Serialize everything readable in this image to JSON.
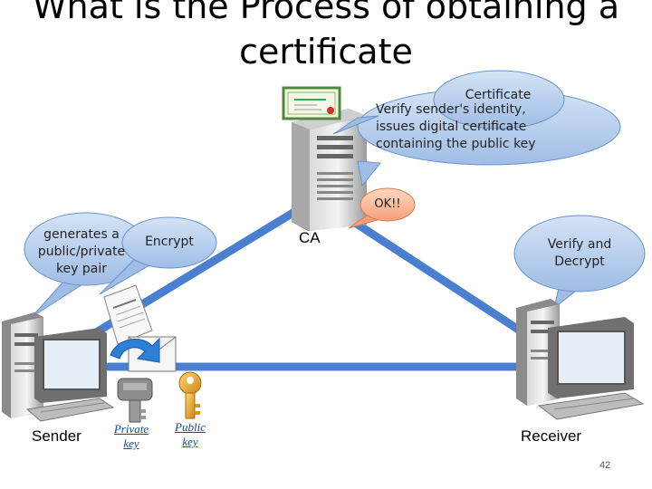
{
  "title": "What is the Process of obtaining a certificate",
  "bubbles": {
    "ca_request": "Verify sender's identity, issues digital certificate containing the public key",
    "certificate": "Certificate",
    "ok": "OK!!",
    "sender_generate": "generates a public/private key pair",
    "encrypt": "Encrypt",
    "verify_decrypt": "Verify and Decrypt"
  },
  "labels": {
    "ca": "CA",
    "sender": "Sender",
    "receiver": "Receiver",
    "private_key": "Private key",
    "public_key": "Public key"
  },
  "slide_number": "42",
  "colors": {
    "link": "#4a7fd0",
    "bubble_fill": "#bcd3ee",
    "bubble_stroke": "#6a93c8",
    "key_gold": "#e4a72c"
  }
}
